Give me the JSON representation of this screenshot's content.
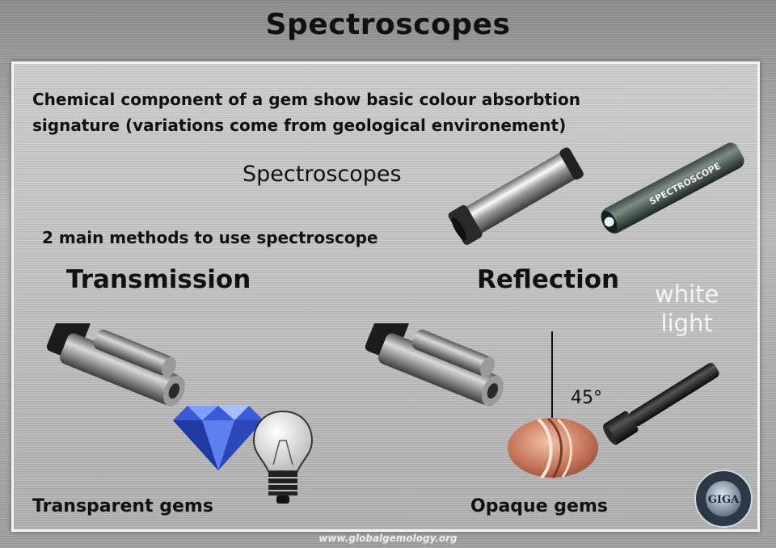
{
  "title": "Spectroscopes",
  "intro_line1": "Chemical component of a gem show basic colour absorbtion",
  "intro_line2": "signature (variations come from geological environement)",
  "subheading": "Spectroscopes",
  "methods_text": "2 main methods to use spectroscope",
  "transmission": {
    "heading": "Transmission",
    "label": "Transparent gems"
  },
  "reflection": {
    "heading": "Reflection",
    "label": "Opaque gems",
    "light_line1": "white",
    "light_line2": "light",
    "angle": "45°"
  },
  "spectroscope_brand": "SPECTROSCOPE",
  "logo_letters": "GIGA",
  "website": "www.globalgemology.org",
  "colors": {
    "title": "#111111",
    "white_light": "#f4f4f4",
    "gem_blue": "#3a5bd8",
    "agate": "#c8765a"
  }
}
